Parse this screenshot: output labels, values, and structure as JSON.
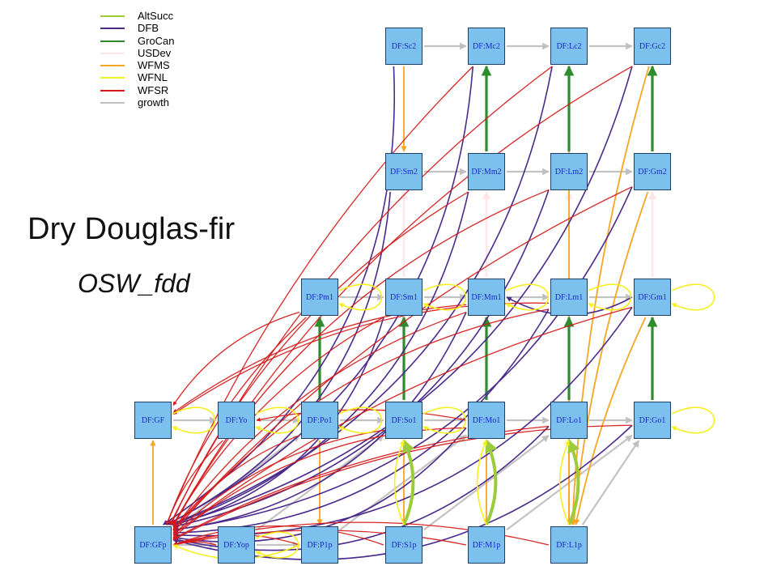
{
  "title": "Dry Douglas-fir",
  "subtitle": "OSW_fdd",
  "colors": {
    "node_fill": "#7cc0ee",
    "node_border": "#1f3f66",
    "node_text": "#1b2ac8"
  },
  "legend": [
    {
      "label": "AltSucc",
      "color": "#9ccc3c"
    },
    {
      "label": "DFB",
      "color": "#4b2a8c"
    },
    {
      "label": "GroCan",
      "color": "#2e8b2e"
    },
    {
      "label": "USDev",
      "color": "#ffe4e8"
    },
    {
      "label": "WFMS",
      "color": "#f5a623"
    },
    {
      "label": "WFNL",
      "color": "#f5f01e"
    },
    {
      "label": "WFSR",
      "color": "#d61a1a"
    },
    {
      "label": "growth",
      "color": "#c0c0c0"
    }
  ],
  "nodes": [
    {
      "id": "Sc2",
      "label": "DF:Sc2"
    },
    {
      "id": "Mc2",
      "label": "DF:Mc2"
    },
    {
      "id": "Lc2",
      "label": "DF:Lc2"
    },
    {
      "id": "Gc2",
      "label": "DF:Gc2"
    },
    {
      "id": "Sm2",
      "label": "DF:Sm2"
    },
    {
      "id": "Mm2",
      "label": "DF:Mm2"
    },
    {
      "id": "Lm2",
      "label": "DF:Lm2"
    },
    {
      "id": "Gm2",
      "label": "DF:Gm2"
    },
    {
      "id": "Pm1",
      "label": "DF:Pm1"
    },
    {
      "id": "Sm1",
      "label": "DF:Sm1"
    },
    {
      "id": "Mm1",
      "label": "DF:Mm1"
    },
    {
      "id": "Lm1",
      "label": "DF:Lm1"
    },
    {
      "id": "Gm1",
      "label": "DF:Gm1"
    },
    {
      "id": "GF",
      "label": "DF:GF"
    },
    {
      "id": "Yo",
      "label": "DF:Yo"
    },
    {
      "id": "Po1",
      "label": "DF:Po1"
    },
    {
      "id": "So1",
      "label": "DF:So1"
    },
    {
      "id": "Mo1",
      "label": "DF:Mo1"
    },
    {
      "id": "Lo1",
      "label": "DF:Lo1"
    },
    {
      "id": "Go1",
      "label": "DF:Go1"
    },
    {
      "id": "GFp",
      "label": "DF:GFp"
    },
    {
      "id": "Yop",
      "label": "DF:Yop"
    },
    {
      "id": "P1p",
      "label": "DF:P1p"
    },
    {
      "id": "S1p",
      "label": "DF:S1p"
    },
    {
      "id": "M1p",
      "label": "DF:M1p"
    },
    {
      "id": "L1p",
      "label": "DF:L1p"
    }
  ],
  "edges": [
    {
      "from": "Sc2",
      "to": "Mc2",
      "type": "growth"
    },
    {
      "from": "Mc2",
      "to": "Lc2",
      "type": "growth"
    },
    {
      "from": "Lc2",
      "to": "Gc2",
      "type": "growth"
    },
    {
      "from": "Sm2",
      "to": "Mm2",
      "type": "growth"
    },
    {
      "from": "Mm2",
      "to": "Lm2",
      "type": "growth"
    },
    {
      "from": "Lm2",
      "to": "Gm2",
      "type": "growth"
    },
    {
      "from": "Mm2",
      "to": "Mc2",
      "type": "GroCan"
    },
    {
      "from": "Lm2",
      "to": "Lc2",
      "type": "GroCan"
    },
    {
      "from": "Gm2",
      "to": "Gc2",
      "type": "GroCan"
    },
    {
      "from": "Sc2",
      "to": "Sm2",
      "type": "WFMS"
    },
    {
      "from": "Sm1",
      "to": "Sm2",
      "type": "USDev"
    },
    {
      "from": "Mm1",
      "to": "Mm2",
      "type": "USDev"
    },
    {
      "from": "Lm1",
      "to": "Lm2",
      "type": "USDev"
    },
    {
      "from": "Gm1",
      "to": "Gm2",
      "type": "USDev"
    },
    {
      "from": "Pm1",
      "to": "Sm1",
      "type": "growth"
    },
    {
      "from": "Sm1",
      "to": "Mm1",
      "type": "growth"
    },
    {
      "from": "Mm1",
      "to": "Lm1",
      "type": "growth"
    },
    {
      "from": "Lm1",
      "to": "Gm1",
      "type": "growth"
    },
    {
      "from": "GF",
      "to": "Yo",
      "type": "growth"
    },
    {
      "from": "Yo",
      "to": "Po1",
      "type": "growth"
    },
    {
      "from": "Po1",
      "to": "So1",
      "type": "growth"
    },
    {
      "from": "So1",
      "to": "Mo1",
      "type": "growth"
    },
    {
      "from": "Mo1",
      "to": "Lo1",
      "type": "growth"
    },
    {
      "from": "Lo1",
      "to": "Go1",
      "type": "growth"
    },
    {
      "from": "Po1",
      "to": "Pm1",
      "type": "GroCan"
    },
    {
      "from": "So1",
      "to": "Sm1",
      "type": "GroCan"
    },
    {
      "from": "Mo1",
      "to": "Mm1",
      "type": "GroCan"
    },
    {
      "from": "Lo1",
      "to": "Lm1",
      "type": "GroCan"
    },
    {
      "from": "Go1",
      "to": "Gm1",
      "type": "GroCan"
    },
    {
      "from": "GFp",
      "to": "Yop",
      "type": "growth"
    },
    {
      "from": "Yop",
      "to": "P1p",
      "type": "growth"
    },
    {
      "from": "GFp",
      "to": "GF",
      "type": "WFMS"
    },
    {
      "from": "Po1",
      "to": "P1p",
      "type": "WFMS"
    },
    {
      "from": "So1",
      "to": "S1p",
      "type": "WFMS"
    },
    {
      "from": "Mo1",
      "to": "M1p",
      "type": "WFMS"
    },
    {
      "from": "Lo1",
      "to": "L1p",
      "type": "WFMS"
    },
    {
      "from": "Lc2",
      "to": "L1p",
      "type": "WFMS"
    },
    {
      "from": "Gc2",
      "to": "L1p",
      "type": "WFMS"
    },
    {
      "from": "Gm2",
      "to": "L1p",
      "type": "WFMS"
    },
    {
      "from": "Gm1",
      "to": "L1p",
      "type": "WFMS"
    },
    {
      "from": "S1p",
      "to": "So1",
      "type": "AltSucc"
    },
    {
      "from": "M1p",
      "to": "Mo1",
      "type": "AltSucc"
    },
    {
      "from": "L1p",
      "to": "Lo1",
      "type": "AltSucc"
    },
    {
      "from": "S1p",
      "to": "So1",
      "type": "WFNL"
    },
    {
      "from": "M1p",
      "to": "Mo1",
      "type": "WFNL"
    },
    {
      "from": "L1p",
      "to": "Lo1",
      "type": "WFNL"
    },
    {
      "from": "Pm1",
      "to": "Pm1",
      "type": "WFNL"
    },
    {
      "from": "Sm1",
      "to": "Sm1",
      "type": "WFNL"
    },
    {
      "from": "Mm1",
      "to": "Mm1",
      "type": "WFNL"
    },
    {
      "from": "Lm1",
      "to": "Lm1",
      "type": "WFNL"
    },
    {
      "from": "Gm1",
      "to": "Gm1",
      "type": "WFNL"
    },
    {
      "from": "Go1",
      "to": "Go1",
      "type": "WFNL"
    },
    {
      "from": "Po1",
      "to": "Po1",
      "type": "WFNL"
    },
    {
      "from": "So1",
      "to": "So1",
      "type": "WFNL"
    },
    {
      "from": "Yo",
      "to": "Yo",
      "type": "WFNL"
    },
    {
      "from": "GF",
      "to": "GF",
      "type": "WFNL"
    },
    {
      "from": "Yop",
      "to": "Yop",
      "type": "WFNL"
    },
    {
      "from": "P1p",
      "to": "GFp",
      "type": "WFNL"
    },
    {
      "from": "Yop",
      "to": "So1",
      "type": "growth"
    },
    {
      "from": "P1p",
      "to": "Mo1",
      "type": "growth"
    },
    {
      "from": "S1p",
      "to": "Lo1",
      "type": "growth"
    },
    {
      "from": "M1p",
      "to": "Go1",
      "type": "growth"
    },
    {
      "from": "L1p",
      "to": "Go1",
      "type": "growth"
    },
    {
      "from": "GFp",
      "to": "Po1",
      "type": "growth"
    },
    {
      "from": "Sc2",
      "to": "GFp",
      "type": "DFB"
    },
    {
      "from": "Mc2",
      "to": "GFp",
      "type": "DFB"
    },
    {
      "from": "Lc2",
      "to": "GFp",
      "type": "DFB"
    },
    {
      "from": "Gc2",
      "to": "GFp",
      "type": "DFB"
    },
    {
      "from": "Sm2",
      "to": "GFp",
      "type": "DFB"
    },
    {
      "from": "Mm2",
      "to": "GFp",
      "type": "DFB"
    },
    {
      "from": "Lm2",
      "to": "GFp",
      "type": "DFB"
    },
    {
      "from": "Gm2",
      "to": "GFp",
      "type": "DFB"
    },
    {
      "from": "Sm1",
      "to": "GFp",
      "type": "DFB"
    },
    {
      "from": "Mm1",
      "to": "GFp",
      "type": "DFB"
    },
    {
      "from": "Lm1",
      "to": "GFp",
      "type": "DFB"
    },
    {
      "from": "Gm1",
      "to": "GFp",
      "type": "DFB"
    },
    {
      "from": "Mo1",
      "to": "GFp",
      "type": "DFB"
    },
    {
      "from": "Lo1",
      "to": "GFp",
      "type": "DFB"
    },
    {
      "from": "Go1",
      "to": "GFp",
      "type": "DFB"
    },
    {
      "from": "Gm1",
      "to": "Mm1",
      "type": "DFB"
    },
    {
      "from": "Mc2",
      "to": "GFp",
      "type": "WFSR"
    },
    {
      "from": "Lc2",
      "to": "GFp",
      "type": "WFSR"
    },
    {
      "from": "Gc2",
      "to": "GFp",
      "type": "WFSR"
    },
    {
      "from": "Mm2",
      "to": "GFp",
      "type": "WFSR"
    },
    {
      "from": "Lm2",
      "to": "GFp",
      "type": "WFSR"
    },
    {
      "from": "Gm2",
      "to": "GFp",
      "type": "WFSR"
    },
    {
      "from": "Pm1",
      "to": "GFp",
      "type": "WFSR"
    },
    {
      "from": "Sm1",
      "to": "GFp",
      "type": "WFSR"
    },
    {
      "from": "Mm1",
      "to": "GFp",
      "type": "WFSR"
    },
    {
      "from": "Lm1",
      "to": "GFp",
      "type": "WFSR"
    },
    {
      "from": "Gm1",
      "to": "GFp",
      "type": "WFSR"
    },
    {
      "from": "Yo",
      "to": "GFp",
      "type": "WFSR"
    },
    {
      "from": "Po1",
      "to": "GFp",
      "type": "WFSR"
    },
    {
      "from": "So1",
      "to": "GFp",
      "type": "WFSR"
    },
    {
      "from": "Mo1",
      "to": "GFp",
      "type": "WFSR"
    },
    {
      "from": "Lo1",
      "to": "GFp",
      "type": "WFSR"
    },
    {
      "from": "Go1",
      "to": "GFp",
      "type": "WFSR"
    },
    {
      "from": "Yop",
      "to": "GFp",
      "type": "WFSR"
    },
    {
      "from": "P1p",
      "to": "GFp",
      "type": "WFSR"
    },
    {
      "from": "S1p",
      "to": "GFp",
      "type": "WFSR"
    },
    {
      "from": "M1p",
      "to": "GFp",
      "type": "WFSR"
    },
    {
      "from": "L1p",
      "to": "GFp",
      "type": "WFSR"
    },
    {
      "from": "Mm1",
      "to": "GF",
      "type": "WFSR"
    },
    {
      "from": "Lm1",
      "to": "GF",
      "type": "WFSR"
    },
    {
      "from": "Pm1",
      "to": "GF",
      "type": "WFSR"
    },
    {
      "from": "Mo1",
      "to": "Yo",
      "type": "WFSR"
    }
  ]
}
